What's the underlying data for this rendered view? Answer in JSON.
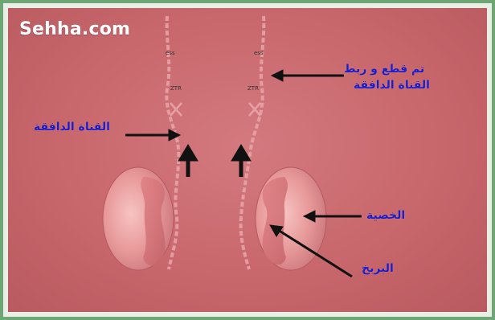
{
  "brand": {
    "text": "Sehha.com"
  },
  "labels": {
    "cut_tied_line1": "تم قطع و ربط",
    "cut_tied_line2": "القناة الدافقة",
    "vas_deferens": "القناة الدافقة",
    "testis": "الخصية",
    "epididymis": "البربخ"
  },
  "colors": {
    "panel": "#c96b70",
    "label_text": "#1c1cc8",
    "arrow": "#111111",
    "border": "#6fa676"
  }
}
